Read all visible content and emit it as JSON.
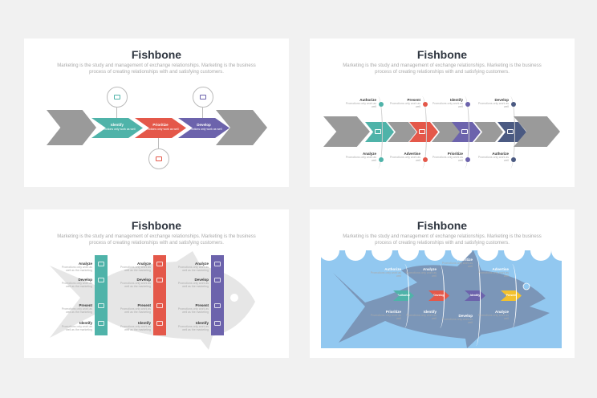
{
  "slides": [
    {
      "title": "Fishbone",
      "subtitle": "Marketing is the study and management of exchange relationships. Marketing is the business process of creating relationships with and satisfying customers.",
      "steps": [
        {
          "label": "Identify",
          "text": "Promotions only work as well",
          "color": "#4fb3a9",
          "icon": "credit-card-icon"
        },
        {
          "label": "Prioritize",
          "text": "Promotions only work as well",
          "color": "#e4584a",
          "icon": "wallet-icon"
        },
        {
          "label": "Develop",
          "text": "Promotions only work as well",
          "color": "#6c63ac",
          "icon": "safe-icon"
        }
      ]
    },
    {
      "title": "Fishbone",
      "subtitle": "Marketing is the study and management of exchange relationships. Marketing is the business process of creating relationships with and satisfying customers.",
      "top": [
        {
          "label": "Authorize",
          "text": "Promotions only work as well"
        },
        {
          "label": "Present",
          "text": "Promotions only work as well"
        },
        {
          "label": "Identify",
          "text": "Promotions only work as well"
        },
        {
          "label": "Develop",
          "text": "Promotions only work as well"
        }
      ],
      "bottom": [
        {
          "label": "Analyze",
          "text": "Promotions only work as well"
        },
        {
          "label": "Advertise",
          "text": "Promotions only work as well"
        },
        {
          "label": "Prioritize",
          "text": "Promotions only work as well"
        },
        {
          "label": "Authorize",
          "text": "Promotions only work as well"
        }
      ],
      "colors": [
        "#4fb3a9",
        "#e4584a",
        "#6c63ac",
        "#4b5a82"
      ]
    },
    {
      "title": "Fishbone",
      "subtitle": "Marketing is the study and management of exchange relationships. Marketing is the business process of creating relationships with and satisfying customers.",
      "rows": [
        {
          "label": "Analyze",
          "text": "Promotions only work as well as the marketing"
        },
        {
          "label": "Develop",
          "text": "Promotions only work as well as the marketing"
        },
        {
          "label": "Present",
          "text": "Promotions only work as well as the marketing"
        },
        {
          "label": "Identify",
          "text": "Promotions only work as well as the marketing"
        }
      ],
      "colors": [
        "#4fb3a9",
        "#e4584a",
        "#6c63ac"
      ]
    },
    {
      "title": "Fishbone",
      "subtitle": "Marketing is the study and management of exchange relationships. Marketing is the business process of creating relationships with and satisfying customers.",
      "steps": [
        {
          "label": "Authorize",
          "color": "#4fb3a9"
        },
        {
          "label": "Develop",
          "color": "#e4584a"
        },
        {
          "label": "Identify",
          "color": "#6c63ac"
        },
        {
          "label": "Present",
          "color": "#f2c12e"
        }
      ],
      "top": [
        {
          "label": "Authorize",
          "text": "Promotions only work as well"
        },
        {
          "label": "Analyze",
          "text": "Promotions only work as well"
        },
        {
          "label": "Prioritize",
          "text": "Promotions only work as well"
        },
        {
          "label": "Advertise",
          "text": "Promotions only work as well"
        }
      ],
      "bottom": [
        {
          "label": "Prioritize",
          "text": "Promotions only work as well"
        },
        {
          "label": "Identify",
          "text": "Promotions only work as well"
        },
        {
          "label": "Develop",
          "text": "Promotions only work as well"
        },
        {
          "label": "Analyze",
          "text": "Promotions only work as well"
        }
      ],
      "water": "#92c8f0",
      "fish": "#7b96b8"
    }
  ]
}
